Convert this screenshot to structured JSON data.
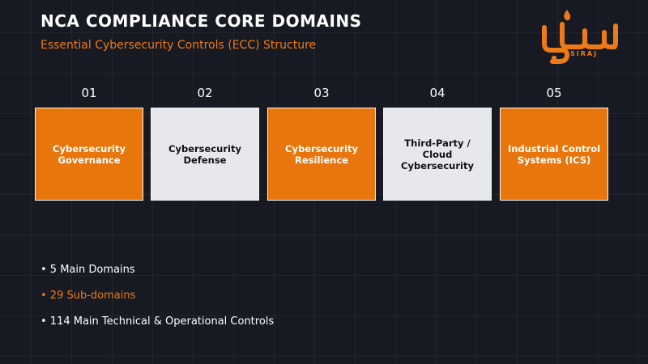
{
  "header": {
    "title": "NCA COMPLIANCE CORE DOMAINS",
    "subtitle": "Essential Cybersecurity Controls (ECC) Structure"
  },
  "logo": {
    "caption": "SIRAJ",
    "icon": "siraj-logo-icon",
    "color": "#ee7a17"
  },
  "domains": [
    {
      "number": "01",
      "label": "Cybersecurity Governance",
      "style": "orange"
    },
    {
      "number": "02",
      "label": "Cybersecurity Defense",
      "style": "light"
    },
    {
      "number": "03",
      "label": "Cybersecurity Resilience",
      "style": "orange"
    },
    {
      "number": "04",
      "label": "Third-Party / Cloud Cybersecurity",
      "style": "light"
    },
    {
      "number": "05",
      "label": "Industrial Control Systems (ICS)",
      "style": "orange"
    }
  ],
  "stats": [
    {
      "text": "• 5 Main Domains",
      "style": "white"
    },
    {
      "text": "• 29 Sub-domains",
      "style": "orange"
    },
    {
      "text": "• 114 Main Technical & Operational Controls",
      "style": "white"
    }
  ],
  "colors": {
    "background": "#171a22",
    "accent": "#ee7a17",
    "box_orange": "#e9760d",
    "box_light": "#e6e8ec"
  }
}
